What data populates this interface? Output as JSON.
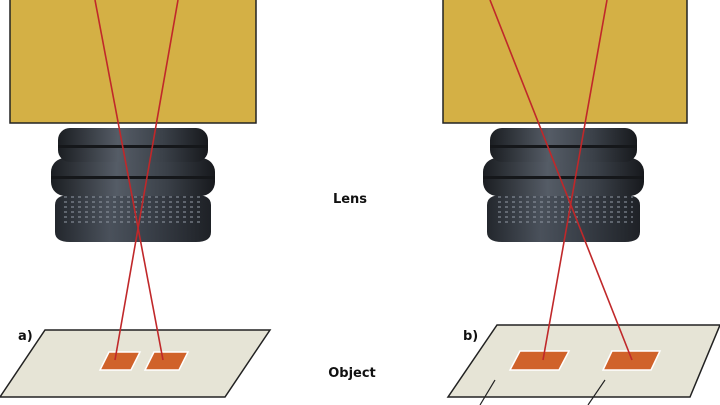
{
  "labels": {
    "lens": "Lens",
    "object": "Object",
    "panel_a": "a)",
    "panel_b": "b)"
  },
  "colors": {
    "camera_body": "#d4b045",
    "camera_outline": "#222222",
    "lens_dark": "#2a2e35",
    "lens_mid": "#3d434c",
    "lens_highlight": "#5b626d",
    "ray": "#c0282a",
    "plate": "#e6e4d6",
    "plate_outline": "#222222",
    "pad": "#d0622a",
    "pad_outline": "#ffffff"
  },
  "icons": {
    "camera": "camera-body-icon",
    "lens": "lens-icon"
  }
}
